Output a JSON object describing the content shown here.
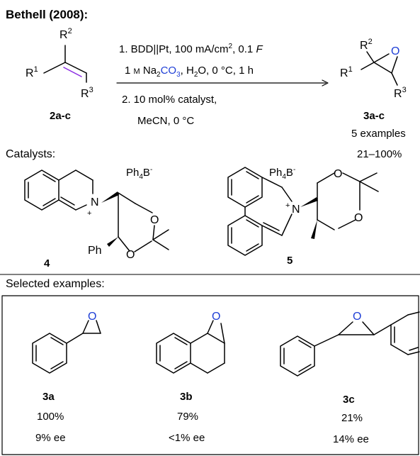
{
  "header": {
    "title": "Bethell (2008):"
  },
  "substrate": {
    "r1": "R",
    "r1_sup": "1",
    "r2": "R",
    "r2_sup": "2",
    "r3": "R",
    "r3_sup": "3",
    "label": "2a-c"
  },
  "product": {
    "r1": "R",
    "r1_sup": "1",
    "r2": "R",
    "r2_sup": "2",
    "r3": "R",
    "r3_sup": "3",
    "o": "O",
    "label": "3a-c",
    "examples": "5 examples",
    "yield_range": "21–100%"
  },
  "conditions": {
    "line1": {
      "a": "1. BDD||Pt, 100 mA/cm",
      "sup": "2",
      "b": ", 0.1 ",
      "f": "F"
    },
    "line2": {
      "a": "1 ",
      "m": "M",
      "b": " Na",
      "sub": "2",
      "carbonate": "CO",
      "carbonate_sub": "3",
      "c": ", H",
      "h2o_sub": "2",
      "d": "O, 0 °C, 1 h"
    },
    "line3": "2. 10 mol% catalyst,",
    "line4": "MeCN, 0 °C"
  },
  "catalysts_label": "Catalysts:",
  "catalyst4": {
    "counterion": "Ph",
    "counterion_sub": "4",
    "counterion_b": "B",
    "counterion_sup": "-",
    "n": "N",
    "plus": "+",
    "o": "O",
    "ph": "Ph",
    "label": "4"
  },
  "catalyst5": {
    "counterion": "Ph",
    "counterion_sub": "4",
    "counterion_b": "B",
    "counterion_sup": "-",
    "n": "N",
    "plus": "+",
    "o": "O",
    "label": "5"
  },
  "examples_label": "Selected examples:",
  "examples": [
    {
      "o": "O",
      "label": "3a",
      "yield": "100%",
      "ee": "9% ee"
    },
    {
      "o": "O",
      "label": "3b",
      "yield": "79%",
      "ee": "<1% ee"
    },
    {
      "o": "O",
      "label": "3c",
      "yield": "21%",
      "ee": "14% ee"
    }
  ],
  "colors": {
    "alkene": "#8a2be2",
    "carbonate": "#1f3fd6",
    "oxygen": "#1f3fd6",
    "text": "#000000"
  }
}
